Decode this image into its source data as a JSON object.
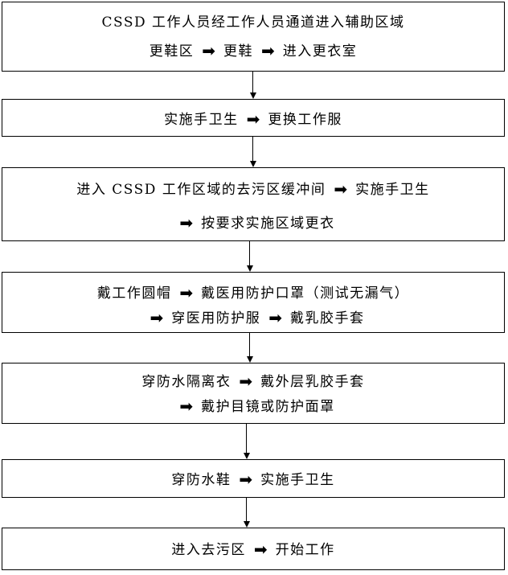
{
  "steps": [
    {
      "lines": [
        [
          "CSSD 工作人员经工作人员通道进入辅助区域"
        ],
        [
          "更鞋区",
          "更鞋",
          "进入更衣室"
        ]
      ]
    },
    {
      "lines": [
        [
          "实施手卫生",
          "更换工作服"
        ]
      ]
    },
    {
      "lines": [
        [
          "进入 CSSD 工作区域的去污区缓冲间",
          "实施手卫生"
        ],
        [
          "",
          "按要求实施区域更衣"
        ]
      ]
    },
    {
      "lines": [
        [
          "戴工作圆帽",
          "戴医用防护口罩（测试无漏气）"
        ],
        [
          "",
          "穿医用防护服",
          "戴乳胶手套"
        ]
      ]
    },
    {
      "lines": [
        [
          "穿防水隔离衣",
          "戴外层乳胶手套"
        ],
        [
          "",
          "戴护目镜或防护面罩"
        ]
      ]
    },
    {
      "lines": [
        [
          "穿防水鞋",
          "实施手卫生"
        ]
      ]
    },
    {
      "lines": [
        [
          "进入去污区",
          "开始工作"
        ]
      ]
    }
  ],
  "arrow_glyph": "➡",
  "connector": "down-arrow"
}
